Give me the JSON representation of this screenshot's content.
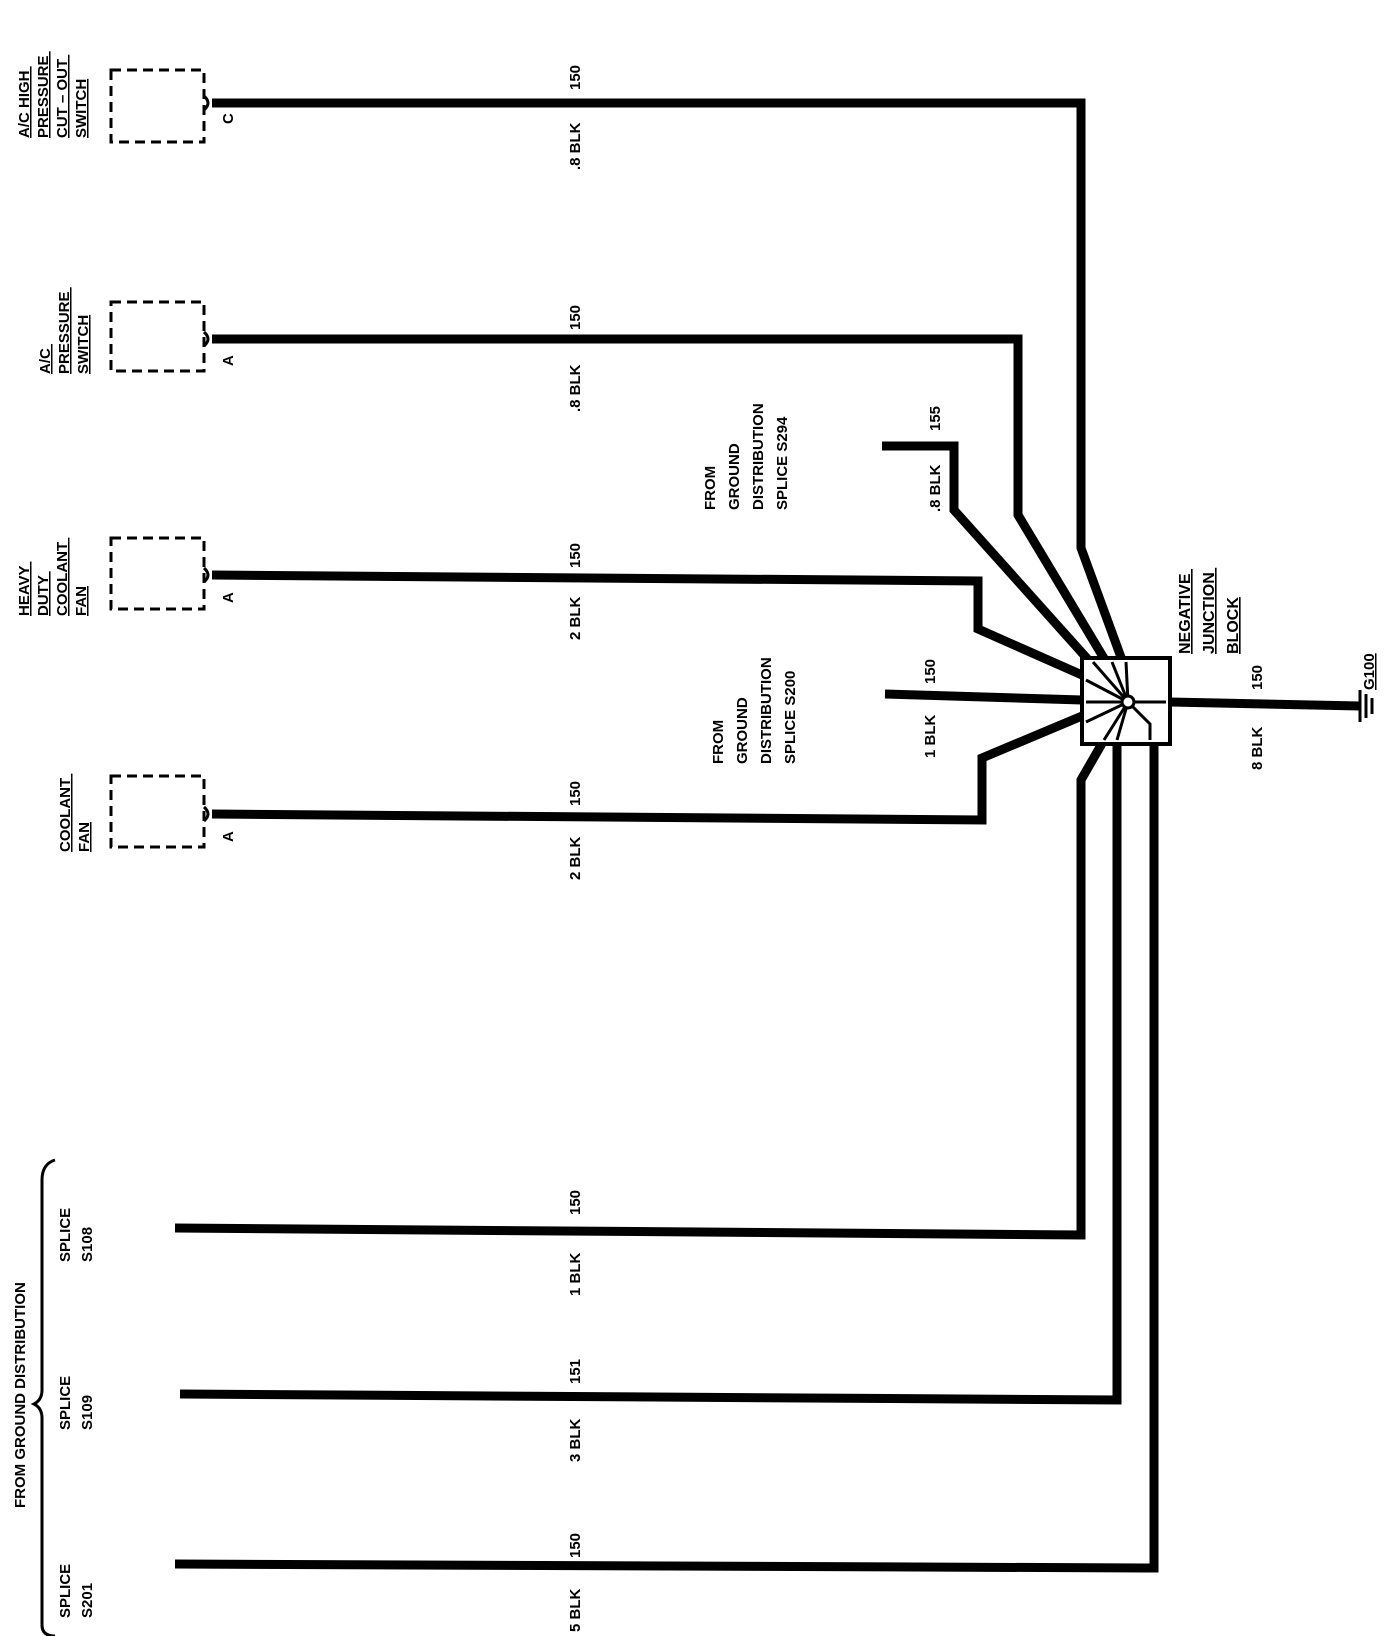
{
  "components": {
    "ac_high_pressure_cutout_switch": {
      "lines": [
        "A/C HIGH",
        "PRESSURE",
        "CUT – OUT",
        "SWITCH"
      ],
      "pin": "C",
      "circuit": "150",
      "wire": ".8 BLK"
    },
    "ac_pressure_switch": {
      "lines": [
        "A/C",
        "PRESSURE",
        "SWITCH"
      ],
      "pin": "A",
      "circuit": "150",
      "wire": ".8 BLK"
    },
    "heavy_duty_coolant_fan": {
      "lines": [
        "HEAVY",
        "DUTY",
        "COOLANT",
        "FAN"
      ],
      "pin": "A",
      "circuit": "150",
      "wire": "2 BLK"
    },
    "coolant_fan": {
      "lines": [
        "COOLANT",
        "FAN"
      ],
      "pin": "A",
      "circuit": "150",
      "wire": "2 BLK"
    }
  },
  "feeds": {
    "s294": {
      "lines": [
        "FROM",
        "GROUND",
        "DISTRIBUTION",
        "SPLICE S294"
      ],
      "circuit": "155",
      "wire": ".8 BLK"
    },
    "s200": {
      "lines": [
        "FROM",
        "GROUND",
        "DISTRIBUTION",
        "SPLICE S200"
      ],
      "circuit": "150",
      "wire": "1 BLK"
    }
  },
  "junction_block": {
    "lines": [
      "NEGATIVE",
      "JUNCTION",
      "BLOCK"
    ]
  },
  "ground": {
    "label": "G100",
    "circuit": "150",
    "wire": "8 BLK"
  },
  "ground_distribution": {
    "title": "FROM GROUND DISTRIBUTION",
    "splices": [
      {
        "lines": [
          "SPLICE",
          "S108"
        ],
        "circuit": "150",
        "wire": "1 BLK"
      },
      {
        "lines": [
          "SPLICE",
          "S109"
        ],
        "circuit": "151",
        "wire": "3 BLK"
      },
      {
        "lines": [
          "SPLICE",
          "S201"
        ],
        "circuit": "150",
        "wire": "5 BLK"
      }
    ]
  }
}
